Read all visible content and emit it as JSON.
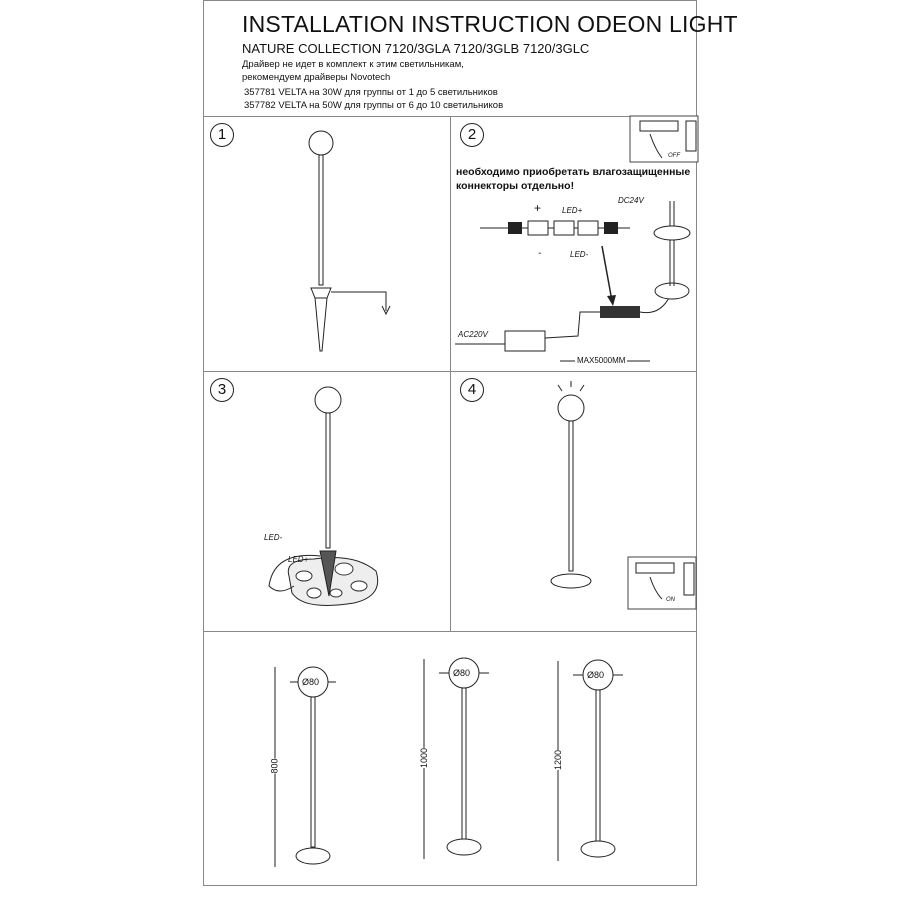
{
  "header": {
    "title": "INSTALLATION INSTRUCTION ODEON LIGHT",
    "subtitle": "NATURE COLLECTION   7120/3GLA  7120/3GLB   7120/3GLC",
    "driver_note_1": "Драйвер не идет в комплект к этим светильникам,",
    "driver_note_2": "рекомендуем драйверы Novotech",
    "driver_1": "357781 VELTA на 30W для группы от 1 до 5 светильников",
    "driver_2": "357782 VELTA на 50W для группы от 6 до 10 светильников"
  },
  "steps": [
    {
      "number": "1"
    },
    {
      "number": "2",
      "warning_1": "необходимо приобретать  влагозащищенные",
      "warning_2": "коннекторы отдельно!",
      "plus": "+",
      "minus": "-",
      "led_plus": "LED+",
      "led_minus": "LED-",
      "dc": "DC24V",
      "ac": "AC220V",
      "max": "MAX5000MM",
      "switch_off": "OFF"
    },
    {
      "number": "3",
      "led_minus": "LED-",
      "led_plus": "LED+"
    },
    {
      "number": "4",
      "switch_on": "ON"
    }
  ],
  "dimensions": {
    "diameter": "Ø80",
    "heights": [
      "800",
      "1000",
      "1200"
    ]
  }
}
